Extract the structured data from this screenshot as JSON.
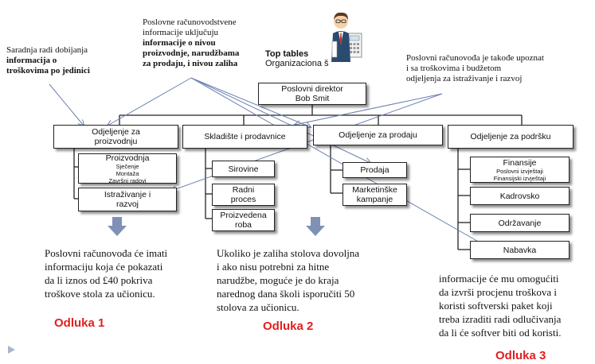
{
  "notes": {
    "left": {
      "line1": "Saradnja radi dobijanja",
      "bold1": "informacija o",
      "bold2": "troškovima po jedinici"
    },
    "top": {
      "line1": "Poslovne računovodstvene",
      "line2": "informacije uključuju",
      "bold1": "informacije o nivou",
      "bold2": "proizvodnje, narudžbama",
      "bold3": "za prodaju, i nivou zaliha"
    },
    "right": {
      "line1": "Poslovni računovođa je takođe upoznat",
      "line2": "i sa troškovima i budžetom",
      "line3": "odjeljenja za istraživanje i razvoj"
    }
  },
  "title": {
    "bold": "Top tables",
    "normal": "Organizaciona š"
  },
  "director": {
    "line1": "Poslovni direktor",
    "line2": "Bob Smit"
  },
  "departments": {
    "production": {
      "line1": "Odjeljenje za",
      "line2": "proizvodnju"
    },
    "warehouse": {
      "label": "Skladište i prodavnice"
    },
    "sales": {
      "label": "Odjeljenje za prodaju"
    },
    "support": {
      "label": "Odjeljenje za podršku"
    }
  },
  "production_units": {
    "manufacturing": {
      "title": "Proizvodnja",
      "sub1": "Sječenje",
      "sub2": "Montaža",
      "sub3": "Završni radovi"
    },
    "rnd": {
      "line1": "Istraživanje i",
      "line2": "razvoj"
    }
  },
  "warehouse_units": {
    "raw": "Sirovine",
    "wip": {
      "line1": "Radni",
      "line2": "proces"
    },
    "finished": {
      "line1": "Proizvedena",
      "line2": "roba"
    }
  },
  "sales_units": {
    "sales": "Prodaja",
    "marketing": {
      "line1": "Marketinške",
      "line2": "kampanje"
    }
  },
  "support_units": {
    "finance": {
      "title": "Finansije",
      "sub1": "Poslovni izvještaji",
      "sub2": "Finansijski izvještaji"
    },
    "hr": "Kadrovsko",
    "maintenance": "Održavanje",
    "procurement": "Nabavka"
  },
  "texts": {
    "t1": {
      "l1": "Poslovni računovođa će imati",
      "l2": "informaciju koja će pokazati",
      "l3": "da li iznos od £40 pokriva",
      "l4": "troškove stola za učionicu."
    },
    "t2": {
      "l1": "Ukoliko je zaliha stolova dovoljna",
      "l2": "i ako nisu potrebni za hitne",
      "l3": "narudžbe, moguće je do kraja",
      "l4": "narednog dana školi isporučiti 50",
      "l5": "stolova za učionicu."
    },
    "t3": {
      "l1": "informacije će mu omogućiti",
      "l2": "da izvrši procjenu troškova i",
      "l3": "koristi softverski paket koji",
      "l4": "treba izraditi radi odlučivanja",
      "l5": "da li će softver biti od koristi."
    }
  },
  "decisions": {
    "d1": "Odluka 1",
    "d2": "Odluka 2",
    "d3": "Odluka 3"
  },
  "icons": {
    "person": "businessman-calculator-icon",
    "arrow": "down-arrow-icon",
    "nav": "play-triangle-icon"
  },
  "colors": {
    "decision": "#e02020",
    "arrow": "#8091b5",
    "nav": "#a9b6cc",
    "connector": "#6c80b0"
  }
}
